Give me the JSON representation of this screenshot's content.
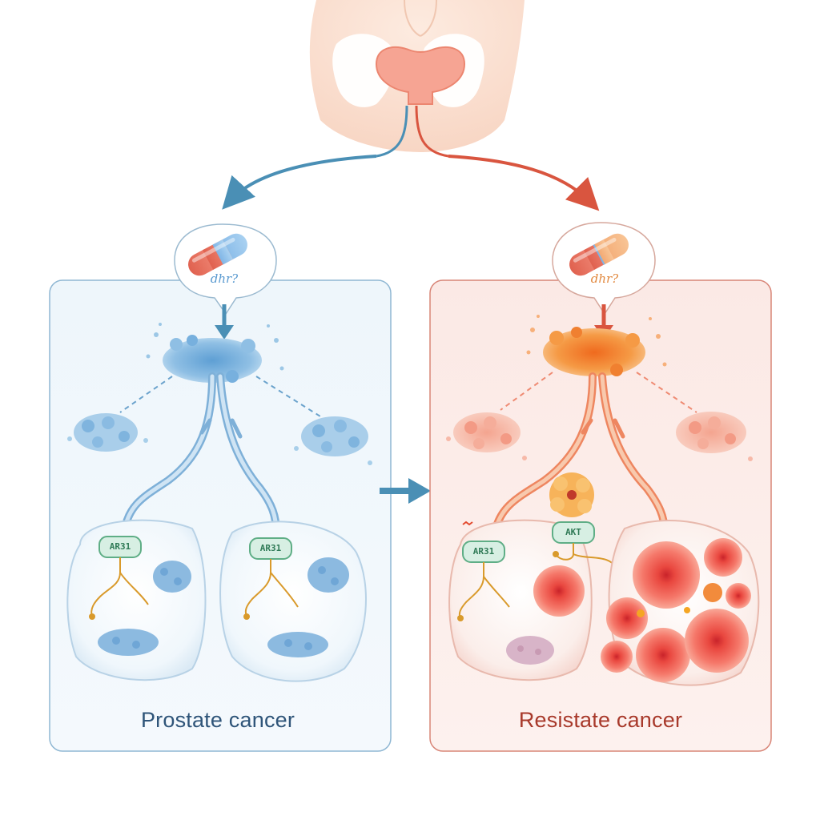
{
  "colors": {
    "sensitive_accent": "#4a8fb5",
    "resistant_accent": "#d9553f",
    "sensitive_panel_bg": "#eaf3fa",
    "resistant_panel_bg": "#fbe6e2",
    "caption_left": "#2f5579",
    "caption_right": "#a8392b",
    "tag_fill": "#d7efe3",
    "tag_stroke": "#5fae86",
    "skin": "#fbe3d6",
    "pelvis": "#f6a493"
  },
  "panels": {
    "left": {
      "caption": "Prostate cancer",
      "pill_label": "dhr?",
      "receptor_tags": [
        "AR31",
        "AR31"
      ]
    },
    "right": {
      "caption": "Resistate cancer",
      "pill_label": "dhr?",
      "receptor_tags": [
        "AR31",
        "AKT"
      ]
    }
  },
  "icons": [
    "pelvis-icon",
    "pill-icon",
    "tumor-cell-icon",
    "arrow-icon"
  ]
}
